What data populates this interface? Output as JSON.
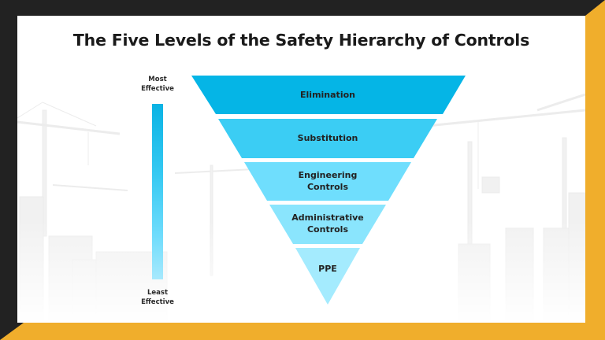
{
  "title": "The Five Levels of the Safety Hierarchy of Controls",
  "scale": {
    "top_label_line1": "Most",
    "top_label_line2": "Effective",
    "bottom_label_line1": "Least",
    "bottom_label_line2": "Effective",
    "gradient_top_color": "#0ab3e4",
    "gradient_bottom_color": "#a7e9fd"
  },
  "levels": [
    {
      "rank": 1,
      "label_line1": "Elimination",
      "label_line2": "",
      "color": "#05b5e6"
    },
    {
      "rank": 2,
      "label_line1": "Substitution",
      "label_line2": "",
      "color": "#3bcdf4"
    },
    {
      "rank": 3,
      "label_line1": "Engineering",
      "label_line2": "Controls",
      "color": "#6fdefd"
    },
    {
      "rank": 4,
      "label_line1": "Administrative",
      "label_line2": "Controls",
      "color": "#8ae5fd"
    },
    {
      "rank": 5,
      "label_line1": "PPE",
      "label_line2": "",
      "color": "#a4ebfe"
    }
  ],
  "theme": {
    "frame_dark": "#222222",
    "frame_accent": "#f0ae2c",
    "panel_bg": "#ffffff",
    "text_color": "#1a1a1a"
  }
}
